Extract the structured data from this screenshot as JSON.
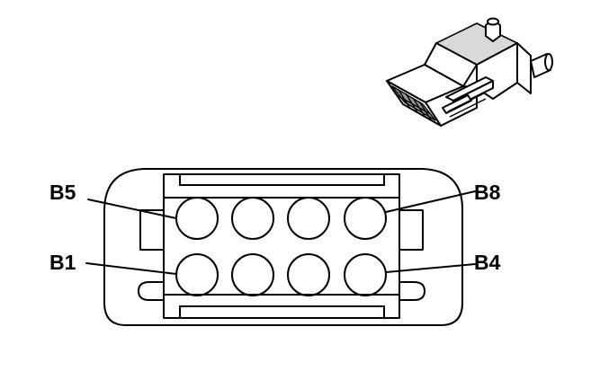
{
  "diagram": {
    "pin_labels": {
      "top_left": "B5",
      "top_right": "B8",
      "bottom_left": "B1",
      "bottom_right": "B4"
    },
    "pin_count": 8,
    "pins_per_row": 4
  }
}
